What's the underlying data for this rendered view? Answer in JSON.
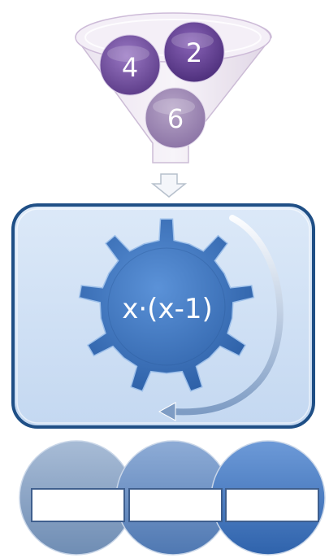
{
  "funnel": {
    "balls": [
      {
        "label": "4",
        "color": "#6e4a9a"
      },
      {
        "label": "2",
        "color": "#5c3a8c"
      },
      {
        "label": "6",
        "color": "#9a82b2"
      }
    ]
  },
  "machine": {
    "formula": "x·(x-1)",
    "panel_color": "#cfe0f6",
    "border_color": "#1f4f86",
    "gear_color": "#3f77c2"
  },
  "outputs": {
    "circles": [
      {
        "color": "#8ea7c8",
        "value": ""
      },
      {
        "color": "#6f93c6",
        "value": ""
      },
      {
        "color": "#4a7fc6",
        "value": ""
      }
    ]
  }
}
